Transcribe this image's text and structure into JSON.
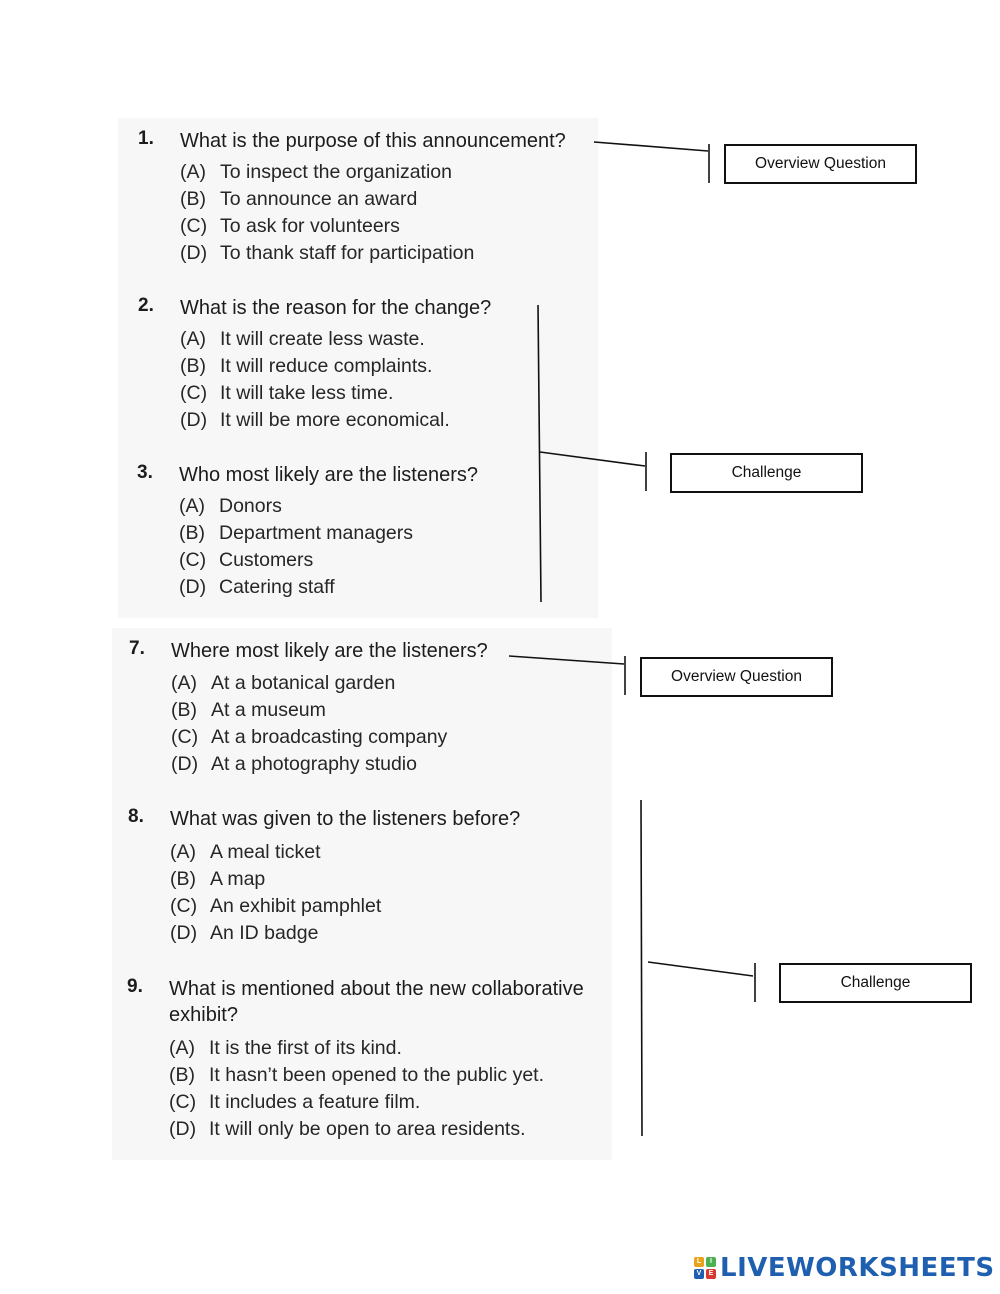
{
  "questions": [
    {
      "number": "1.",
      "text": "What is the purpose of this announcement?",
      "options": [
        {
          "letter": "(A)",
          "text": "To inspect the organization"
        },
        {
          "letter": "(B)",
          "text": "To announce an award"
        },
        {
          "letter": "(C)",
          "text": "To ask for volunteers"
        },
        {
          "letter": "(D)",
          "text": "To thank staff for participation"
        }
      ]
    },
    {
      "number": "2.",
      "text": "What is the reason for the change?",
      "options": [
        {
          "letter": "(A)",
          "text": "It will create less waste."
        },
        {
          "letter": "(B)",
          "text": "It will reduce complaints."
        },
        {
          "letter": "(C)",
          "text": "It will take less time."
        },
        {
          "letter": "(D)",
          "text": "It will be more economical."
        }
      ]
    },
    {
      "number": "3.",
      "text": "Who most likely are the listeners?",
      "options": [
        {
          "letter": "(A)",
          "text": "Donors"
        },
        {
          "letter": "(B)",
          "text": "Department managers"
        },
        {
          "letter": "(C)",
          "text": "Customers"
        },
        {
          "letter": "(D)",
          "text": "Catering staff"
        }
      ]
    },
    {
      "number": "7.",
      "text": "Where most likely are the listeners?",
      "options": [
        {
          "letter": "(A)",
          "text": "At a botanical garden"
        },
        {
          "letter": "(B)",
          "text": "At a museum"
        },
        {
          "letter": "(C)",
          "text": "At a broadcasting company"
        },
        {
          "letter": "(D)",
          "text": "At a photography studio"
        }
      ]
    },
    {
      "number": "8.",
      "text": "What was given to the listeners before?",
      "options": [
        {
          "letter": "(A)",
          "text": "A meal ticket"
        },
        {
          "letter": "(B)",
          "text": "A map"
        },
        {
          "letter": "(C)",
          "text": "An exhibit pamphlet"
        },
        {
          "letter": "(D)",
          "text": "An ID badge"
        }
      ]
    },
    {
      "number": "9.",
      "text": "What is mentioned about the new collaborative",
      "text_line2": "exhibit?",
      "options": [
        {
          "letter": "(A)",
          "text": "It is the first of its kind."
        },
        {
          "letter": "(B)",
          "text": "It hasn’t been opened to the public yet."
        },
        {
          "letter": "(C)",
          "text": "It includes a feature film."
        },
        {
          "letter": "(D)",
          "text": "It will only be open to area residents."
        }
      ]
    }
  ],
  "labels": [
    "Overview Question",
    "Challenge",
    "Overview Question",
    "Challenge"
  ],
  "logo": {
    "text": "LIVEWORKSHEETS",
    "mark_letters": [
      "L",
      "I",
      "V",
      "E"
    ],
    "mark_colors": [
      "#e8a21b",
      "#4caf50",
      "#1f5fb0",
      "#d8382f"
    ],
    "text_color": "#1f5fb0"
  }
}
